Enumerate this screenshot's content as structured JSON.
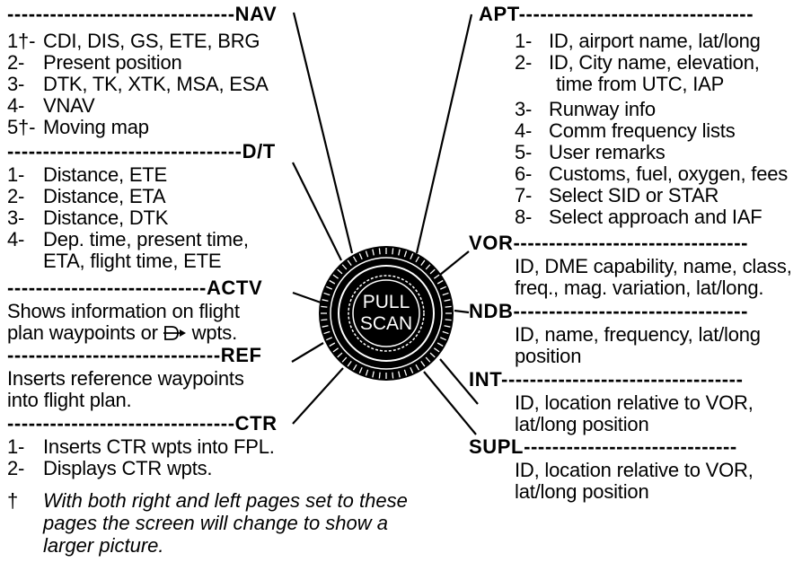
{
  "left": {
    "nav": {
      "header": "NAV",
      "items": [
        {
          "num": "1†-",
          "text": "CDI, DIS, GS, ETE, BRG"
        },
        {
          "num": "2-",
          "text": "Present position"
        },
        {
          "num": "3-",
          "text": "DTK, TK, XTK, MSA, ESA"
        },
        {
          "num": "4-",
          "text": "VNAV"
        },
        {
          "num": "5†-",
          "text": "Moving map"
        }
      ]
    },
    "dt": {
      "header": "D/T",
      "items": [
        {
          "num": "1-",
          "text": "Distance, ETE"
        },
        {
          "num": "2-",
          "text": "Distance, ETA"
        },
        {
          "num": "3-",
          "text": "Distance, DTK"
        },
        {
          "num": "4-",
          "text": "Dep. time, present  time,"
        },
        {
          "num": "",
          "text": "ETA, flight time, ETE"
        }
      ]
    },
    "actv": {
      "header": "ACTV",
      "lines": [
        "Shows information on flight",
        "plan waypoints or ",
        " wpts."
      ],
      "symbol": "D-arrow-icon"
    },
    "ref": {
      "header": "REF",
      "lines": [
        "Inserts reference waypoints",
        "into flight plan."
      ]
    },
    "ctr": {
      "header": "CTR",
      "items": [
        {
          "num": "1-",
          "text": "Inserts CTR wpts into FPL."
        },
        {
          "num": "2-",
          "text": "Displays CTR wpts."
        }
      ]
    }
  },
  "right": {
    "apt": {
      "header": "APT",
      "items": [
        {
          "num": "1-",
          "text": "ID, airport name, lat/long"
        },
        {
          "num": "2-",
          "text": "ID, City name, elevation,"
        },
        {
          "num": "",
          "text": "time from UTC, IAP"
        },
        {
          "num": "3-",
          "text": "Runway info"
        },
        {
          "num": "4-",
          "text": "Comm frequency lists"
        },
        {
          "num": "5-",
          "text": "User remarks"
        },
        {
          "num": "6-",
          "text": "Customs, fuel, oxygen, fees"
        },
        {
          "num": "7-",
          "text": "Select SID or STAR"
        },
        {
          "num": "8-",
          "text": "Select approach and IAF"
        }
      ]
    },
    "vor": {
      "header": "VOR",
      "lines": [
        "ID, DME capability, name, class,",
        "freq., mag. variation, lat/long."
      ]
    },
    "ndb": {
      "header": "NDB",
      "lines": [
        "ID, name, frequency, lat/long",
        "position"
      ]
    },
    "int": {
      "header": "INT",
      "lines": [
        "ID, location relative to VOR,",
        "lat/long position"
      ]
    },
    "supl": {
      "header": "SUPL",
      "lines": [
        "ID, location relative to VOR,",
        "lat/long position"
      ]
    }
  },
  "knob": {
    "line1": "PULL",
    "line2": "SCAN"
  },
  "footnote": {
    "mark": "†",
    "lines": [
      "With both right and left pages set to these",
      "pages the screen will change to show a",
      "larger picture."
    ]
  }
}
